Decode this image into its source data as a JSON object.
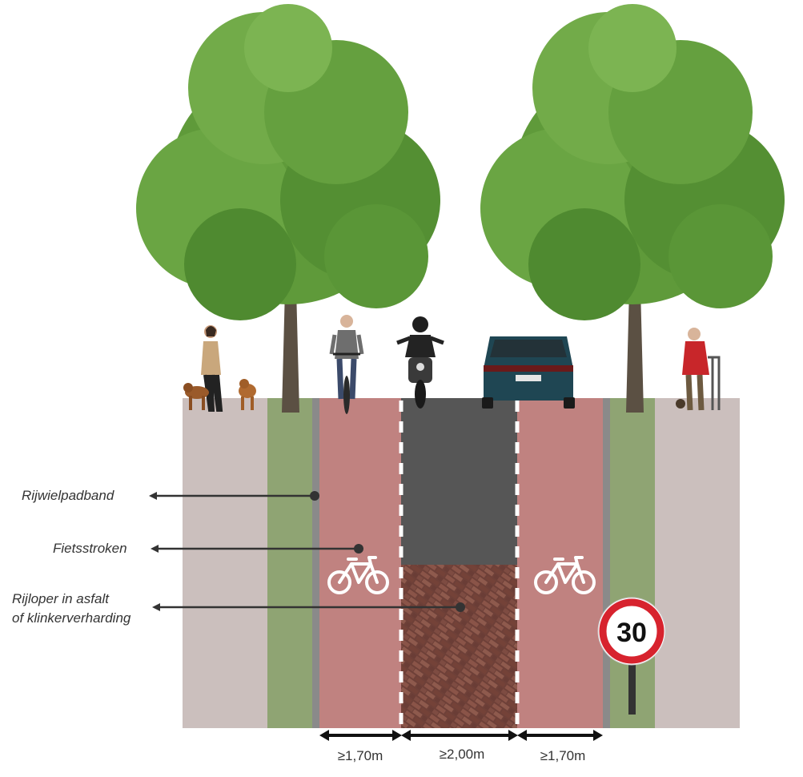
{
  "annotations": {
    "rijwielpadband": "Rijwielpadband",
    "fietsstroken": "Fietsstroken",
    "rijloper_line1": "Rijloper in  asfalt",
    "rijloper_line2": "of klinkerverharding"
  },
  "dimensions": {
    "left_lane": "≥1,70m",
    "center_lane": "≥2,00m",
    "right_lane": "≥1,70m"
  },
  "speed_sign": {
    "value": "30"
  },
  "colors": {
    "sidewalk": "#cbbfbd",
    "verge": "#8fa473",
    "bike_lane": "#c08280",
    "asphalt": "#565656",
    "curb": "#8a8a8a",
    "brick": "#7a4a42",
    "sign_red": "#d7232e"
  }
}
